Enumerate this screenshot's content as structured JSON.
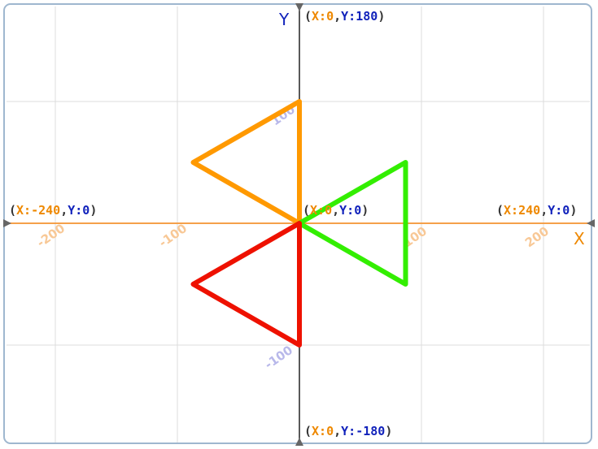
{
  "colors": {
    "border": "#9fb7cf",
    "grid": "#dcdcdc",
    "x_axis": "#f5a04a",
    "y_axis": "#222222",
    "coord_x": "#ee8800",
    "coord_y": "#1122bb",
    "coord_paren": "#333333",
    "tick_x": "#f8c896",
    "tick_y": "#b8b8ea",
    "axis_letter_x": "#ee8800",
    "axis_letter_y": "#1122bb"
  },
  "axes": {
    "x_letter": "X",
    "y_letter": "Y"
  },
  "coords": {
    "top": {
      "x": "X:0",
      "y": "Y:180"
    },
    "bottom": {
      "x": "X:0",
      "y": "Y:-180"
    },
    "left": {
      "x": "X:-240",
      "y": "Y:0"
    },
    "right": {
      "x": "X:240",
      "y": "Y:0"
    },
    "origin": {
      "x": "X:0",
      "y": "Y:0"
    }
  },
  "ticks": {
    "x": [
      {
        "value": -200,
        "label": "-200"
      },
      {
        "value": -100,
        "label": "-100"
      },
      {
        "value": 100,
        "label": "100"
      },
      {
        "value": 200,
        "label": "200"
      }
    ],
    "y": [
      {
        "value": 100,
        "label": "100"
      },
      {
        "value": -100,
        "label": "-100"
      }
    ]
  },
  "shapes": [
    {
      "name": "orange-triangle",
      "color": "#ff9900",
      "points": [
        [
          0,
          0
        ],
        [
          0,
          100
        ],
        [
          -87,
          50
        ]
      ]
    },
    {
      "name": "green-triangle",
      "color": "#33ee00",
      "points": [
        [
          0,
          0
        ],
        [
          87,
          50
        ],
        [
          87,
          -50
        ]
      ]
    },
    {
      "name": "red-triangle",
      "color": "#ee1100",
      "points": [
        [
          0,
          0
        ],
        [
          0,
          -100
        ],
        [
          -87,
          -50
        ]
      ]
    }
  ]
}
